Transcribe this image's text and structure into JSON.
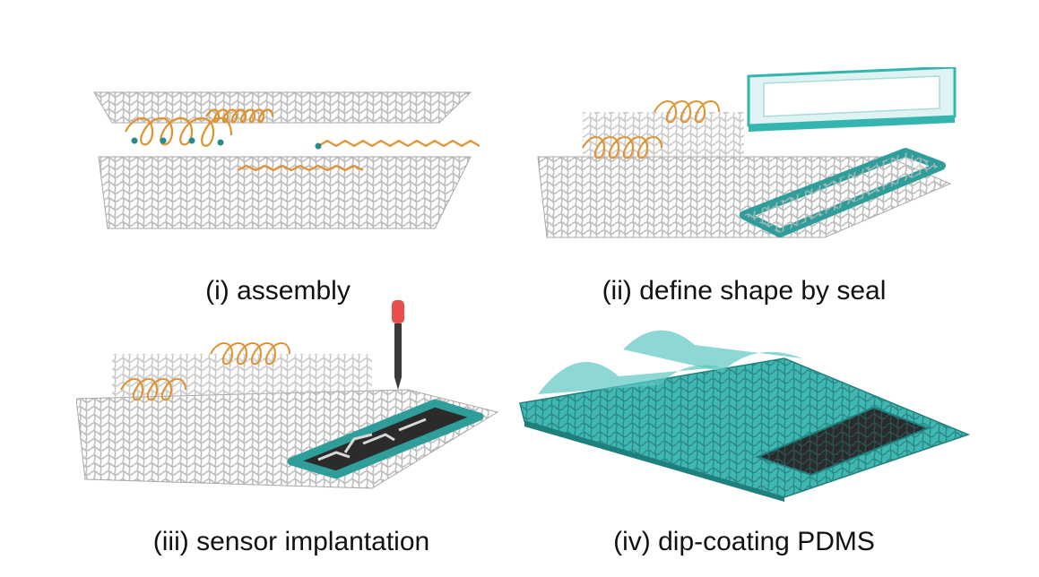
{
  "panels": [
    {
      "caption": "(i) assembly"
    },
    {
      "caption": "(ii) define shape by seal"
    },
    {
      "caption": "(iii) sensor implantation"
    },
    {
      "caption": "(iv) dip-coating PDMS"
    }
  ],
  "colors": {
    "mesh": "#bdbdbd",
    "mesh_dark": "#8e8e8e",
    "coil": "#e0922f",
    "bead": "#2a8a8a",
    "seal": "#35b5b0",
    "seal_dark": "#1f7f7c",
    "seal_light": "#dff3f3",
    "sensor": "#2b2b2b",
    "dropper_tip": "#e8504e",
    "pdms": "#3fb7b2"
  },
  "icons": [
    "mesh-layer-icon",
    "coil-spring-icon",
    "seal-frame-icon",
    "sensor-patch-icon",
    "dropper-icon",
    "pdms-coating-icon"
  ]
}
